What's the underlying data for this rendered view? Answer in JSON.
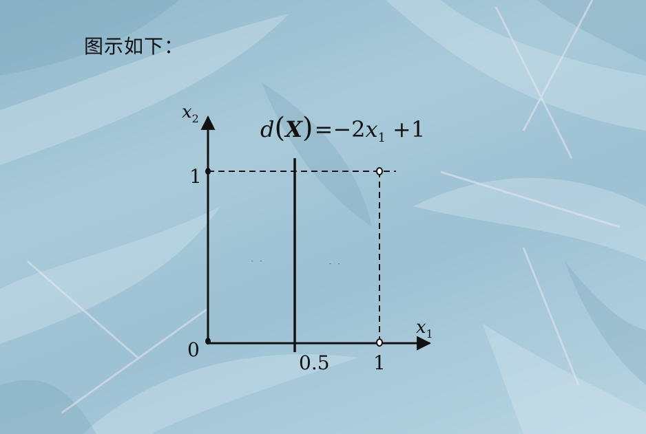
{
  "intro_text": "图示如下：",
  "equation": {
    "d": "d",
    "lparen": "(",
    "X": "X",
    "rparen": ")",
    "eq": "=",
    "minus": "−",
    "coef": "2",
    "x": "x",
    "sub": "1",
    "plus": "+",
    "const": "1"
  },
  "axes": {
    "x_label": "x",
    "x_sub": "1",
    "y_label": "x",
    "y_sub": "2"
  },
  "ticks": {
    "origin": "0",
    "y_one": "1",
    "x_half": "0.5",
    "x_one": "1"
  },
  "regions": {
    "left": "ω",
    "right": "ω"
  },
  "colors": {
    "ink": "#111111",
    "background": "#a9cad9"
  }
}
